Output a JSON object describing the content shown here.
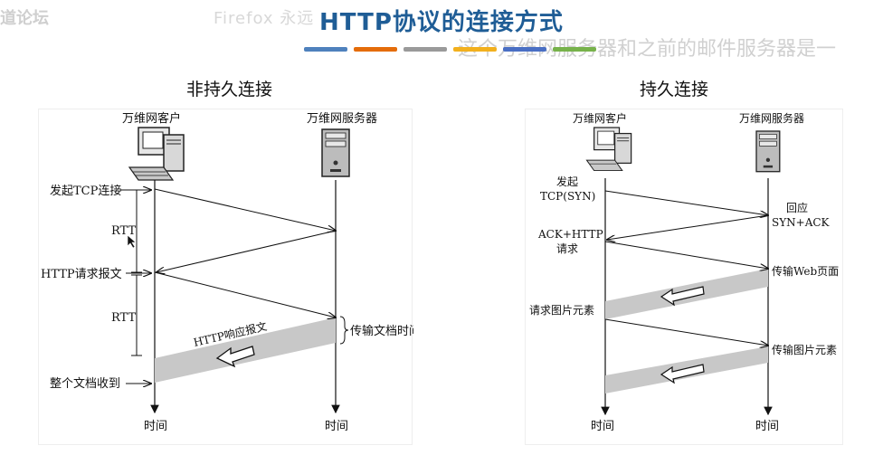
{
  "watermarks": {
    "left": "道论坛",
    "firefox": "Firefox 永远",
    "right": "这个万维网服务器和之前的邮件服务器是一"
  },
  "title": "HTTP协议的连接方式",
  "color_bar": [
    "#4f81bd",
    "#e46c0a",
    "#9a9a9a",
    "#f2b01e",
    "#4a6fc4",
    "#77b24b"
  ],
  "left_panel": {
    "heading": "非持久连接",
    "client_label": "万维网客户",
    "server_label": "万维网服务器",
    "initiate_tcp": "发起TCP连接",
    "rtt1": "RTT",
    "http_request": "HTTP请求报文",
    "rtt2": "RTT",
    "http_response": "HTTP响应报文",
    "transfer_time": "传输文档时间",
    "doc_received": "整个文档收到",
    "time_client": "时间",
    "time_server": "时间"
  },
  "right_panel": {
    "heading": "持久连接",
    "client_label": "万维网客户",
    "server_label": "万维网服务器",
    "initiate_line1": "发起",
    "initiate_line2": "TCP(SYN)",
    "reply_line1": "回应",
    "reply_line2": "SYN+ACK",
    "ack_line1": "ACK+HTTP",
    "ack_line2": "请求",
    "transfer_web": "传输Web页面",
    "request_image": "请求图片元素",
    "transfer_image": "传输图片元素",
    "time_client": "时间",
    "time_server": "时间"
  },
  "icons": [
    "computer-icon",
    "server-icon"
  ]
}
